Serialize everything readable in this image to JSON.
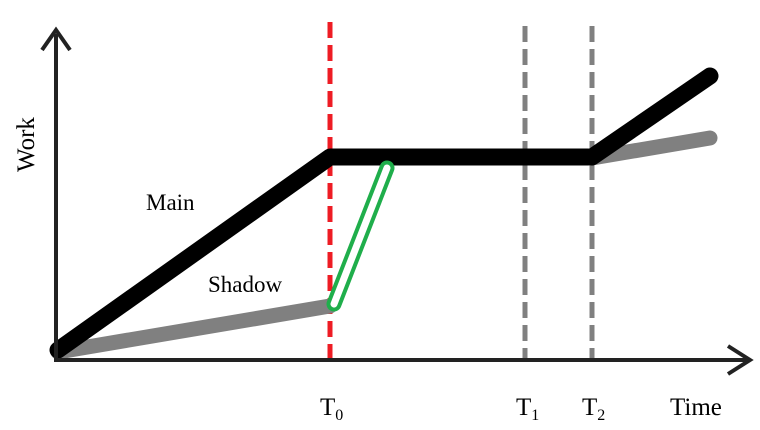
{
  "axes": {
    "y_label": "Work",
    "x_label": "Time",
    "axis_color": "#222222"
  },
  "series": {
    "main": {
      "label": "Main",
      "color": "#000000"
    },
    "shadow": {
      "label": "Shadow",
      "color": "#808080"
    }
  },
  "transfer": {
    "color": "#1fae4b"
  },
  "markers": {
    "t0": {
      "base": "T",
      "sub": "0",
      "color": "#ee1c24"
    },
    "t1": {
      "base": "T",
      "sub": "1",
      "color": "#808080"
    },
    "t2": {
      "base": "T",
      "sub": "2",
      "color": "#808080"
    }
  }
}
